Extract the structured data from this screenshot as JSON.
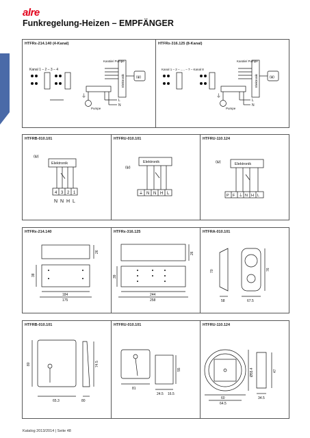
{
  "brand": {
    "logo_text": "alre",
    "accent": "#e2001a",
    "strip_color": "#4a6aa8"
  },
  "page_title": "Funkregelung-Heizen – EMPFÄNGER",
  "footer": "Katalog 2013/2014 | Seite 48",
  "row1": [
    {
      "title": "HTFRx-214.140 (4-Kanal)",
      "kanal_label": "Kanal 1 – 2 – 3 – 4",
      "pumps_label": "Kanäle/\nPumpe",
      "elektronik": "Elektronik",
      "pumpe": "Pumpe",
      "L": "L",
      "N": "N"
    },
    {
      "title": "HTFRx-316.125 (8-Kanal)",
      "kanal_label": "Kanal 1 – 2 – ..... – 7 – Kanal 8",
      "pumps_label": "Kanäle/\nPumpe",
      "elektronik": "Elektronik",
      "pumpe": "Pumpe",
      "L": "L",
      "N": "N"
    }
  ],
  "row2": [
    {
      "title": "HTFRB-010.101",
      "elektronik": "Elektronik",
      "terminals": [
        "4",
        "3",
        "2",
        "1"
      ],
      "terminal_labels": [
        "N",
        "N",
        "H",
        "L"
      ]
    },
    {
      "title": "HTFRU-010.101",
      "elektronik": "Elektronik",
      "terminals": [
        "⏚",
        "N",
        "N",
        "H",
        "L"
      ]
    },
    {
      "title": "HTFRU-110.124",
      "elektronik": "Elektronik",
      "terminals": [
        "P",
        "F",
        "⏚",
        "N",
        "H",
        "L"
      ]
    }
  ],
  "row3": [
    {
      "title": "HTFRx-214.140",
      "dims": [
        "184",
        "175",
        "38",
        "26"
      ]
    },
    {
      "title": "HTFRx-316.125",
      "dims": [
        "244",
        "258",
        "39",
        "26"
      ]
    },
    {
      "title": "HTFRA-010.101",
      "dims": [
        "70",
        "58",
        "67.5",
        "76"
      ]
    }
  ],
  "row4": [
    {
      "title": "HTFRB-010.101",
      "dims": [
        "80",
        "74.5",
        "65.3",
        "80"
      ]
    },
    {
      "title": "HTFRU-010.101",
      "dims": [
        "55",
        "81",
        "24.5",
        "16.5"
      ]
    },
    {
      "title": "HTFRU-110.124",
      "dims": [
        "60",
        "64.5",
        "34.5",
        "47",
        "Ø55.4"
      ]
    }
  ]
}
